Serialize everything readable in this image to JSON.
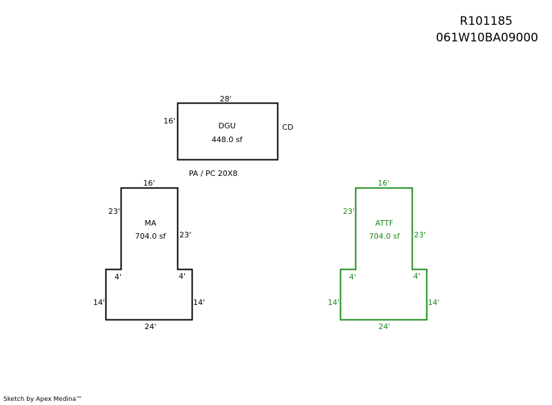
{
  "header": {
    "parcel_id": "R101185",
    "map_number": "061W10BA09000"
  },
  "footer": {
    "credit": "Sketch by Apex Medina™"
  },
  "colors": {
    "default": "#000000",
    "attf": "#1a8a1a"
  },
  "shapes": [
    {
      "id": "dgu",
      "color": "default",
      "name": "DGU",
      "area": "448.0 sf",
      "dims": [
        "28'",
        "16'"
      ],
      "side_label": "CD"
    },
    {
      "id": "ma",
      "color": "default",
      "name": "MA",
      "area": "704.0 sf",
      "dims": [
        "16'",
        "23'",
        "23'",
        "4'",
        "4'",
        "14'",
        "14'",
        "24'"
      ],
      "above_label": "PA / PC 20X8"
    },
    {
      "id": "attf",
      "color": "attf",
      "name": "ATTF",
      "area": "704.0 sf",
      "dims": [
        "16'",
        "23'",
        "23'",
        "4'",
        "4'",
        "14'",
        "14'",
        "24'"
      ]
    }
  ]
}
